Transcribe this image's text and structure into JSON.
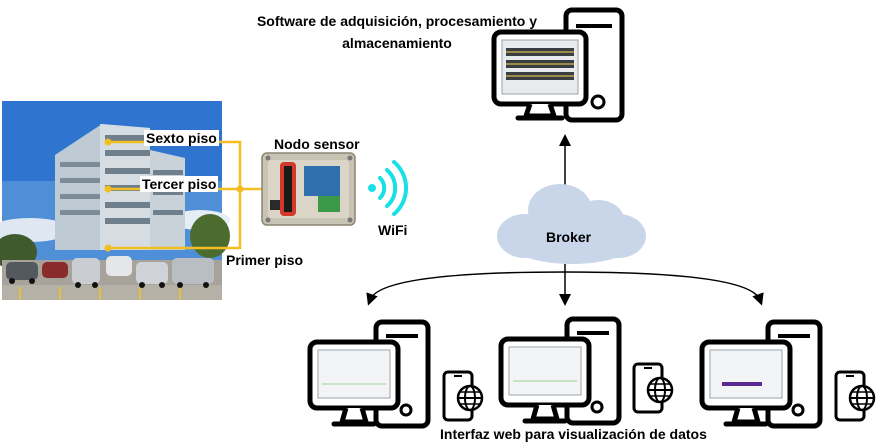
{
  "title": {
    "line1": "Software de adquisición, procesamiento y",
    "line2": "almacenamiento"
  },
  "building": {
    "floors": [
      "Sexto piso",
      "Tercer piso",
      "Primer piso"
    ]
  },
  "sensor_node": {
    "label": "Nodo sensor"
  },
  "wireless": {
    "label": "WiFi",
    "icon": "wifi-icon"
  },
  "broker": {
    "label": "Broker",
    "icon": "cloud-icon"
  },
  "clients": {
    "label": "Interfaz web para visualización de datos",
    "devices": [
      "desktop-computer",
      "smartphone-web"
    ]
  },
  "colors": {
    "wire": "#F3BE22",
    "cloud": "#C9D6EA",
    "wifi": "#18E0E6",
    "stroke": "#000000"
  }
}
